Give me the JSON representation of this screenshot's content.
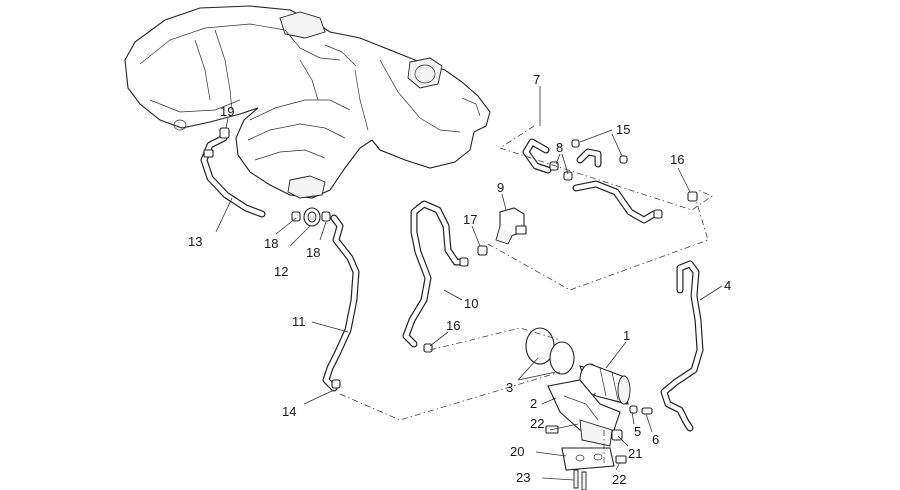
{
  "callouts": {
    "c1": "1",
    "c2": "2",
    "c3": "3",
    "c4": "4",
    "c5": "5",
    "c6": "6",
    "c7": "7",
    "c8": "8",
    "c9": "9",
    "c10": "10",
    "c11": "11",
    "c12": "12",
    "c13": "13",
    "c14": "14",
    "c15": "15",
    "c16a": "16",
    "c16b": "16",
    "c17": "17",
    "c18a": "18",
    "c18b": "18",
    "c19": "19",
    "c20": "20",
    "c21": "21",
    "c22a": "22",
    "c22b": "22",
    "c23": "23"
  }
}
